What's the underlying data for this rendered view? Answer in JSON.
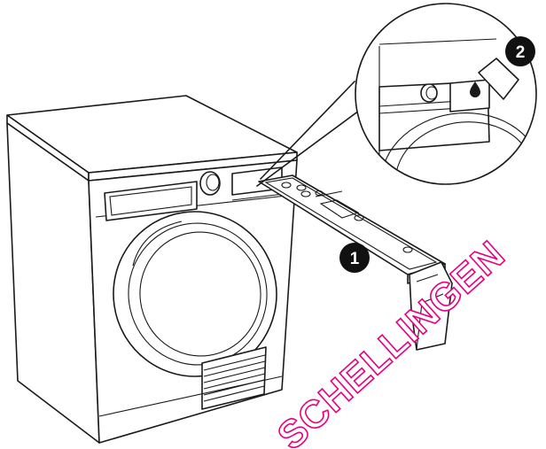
{
  "callouts": [
    {
      "number": "1"
    },
    {
      "number": "2"
    }
  ],
  "icons": {
    "water_drop": "water-drop-icon",
    "dryer": "tumble-dryer",
    "container": "water-container-drawer"
  },
  "watermark": {
    "text": "SCHELLINGEN",
    "color": "#e6007e"
  },
  "colors": {
    "line": "#1a1a1a",
    "badge": "#111111",
    "background": "#ffffff"
  }
}
